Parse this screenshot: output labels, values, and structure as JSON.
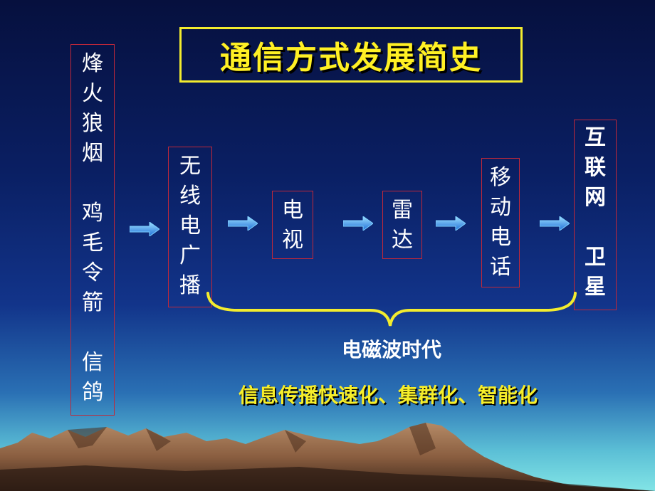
{
  "title": "通信方式发展简史",
  "ancient": {
    "group1": [
      "烽",
      "火",
      "狼",
      "烟"
    ],
    "group2": [
      "鸡",
      "毛",
      "令",
      "箭"
    ],
    "group3": [
      "信",
      "鸽"
    ]
  },
  "radio": [
    "无",
    "线",
    "电",
    "广",
    "播"
  ],
  "tv": [
    "电",
    "视"
  ],
  "radar": [
    "雷",
    "达"
  ],
  "mobile": [
    "移",
    "动",
    "电",
    "话"
  ],
  "internet": [
    "互",
    "联",
    "网"
  ],
  "satellite": [
    "卫",
    "星"
  ],
  "era_label": "电磁波时代",
  "trend_label": "信息传播快速化、集群化、智能化",
  "colors": {
    "title_text": "#fff024",
    "box_border": "#c0283a",
    "arrow_fill": "#2a7fe0",
    "brace": "#f3ec2e"
  }
}
